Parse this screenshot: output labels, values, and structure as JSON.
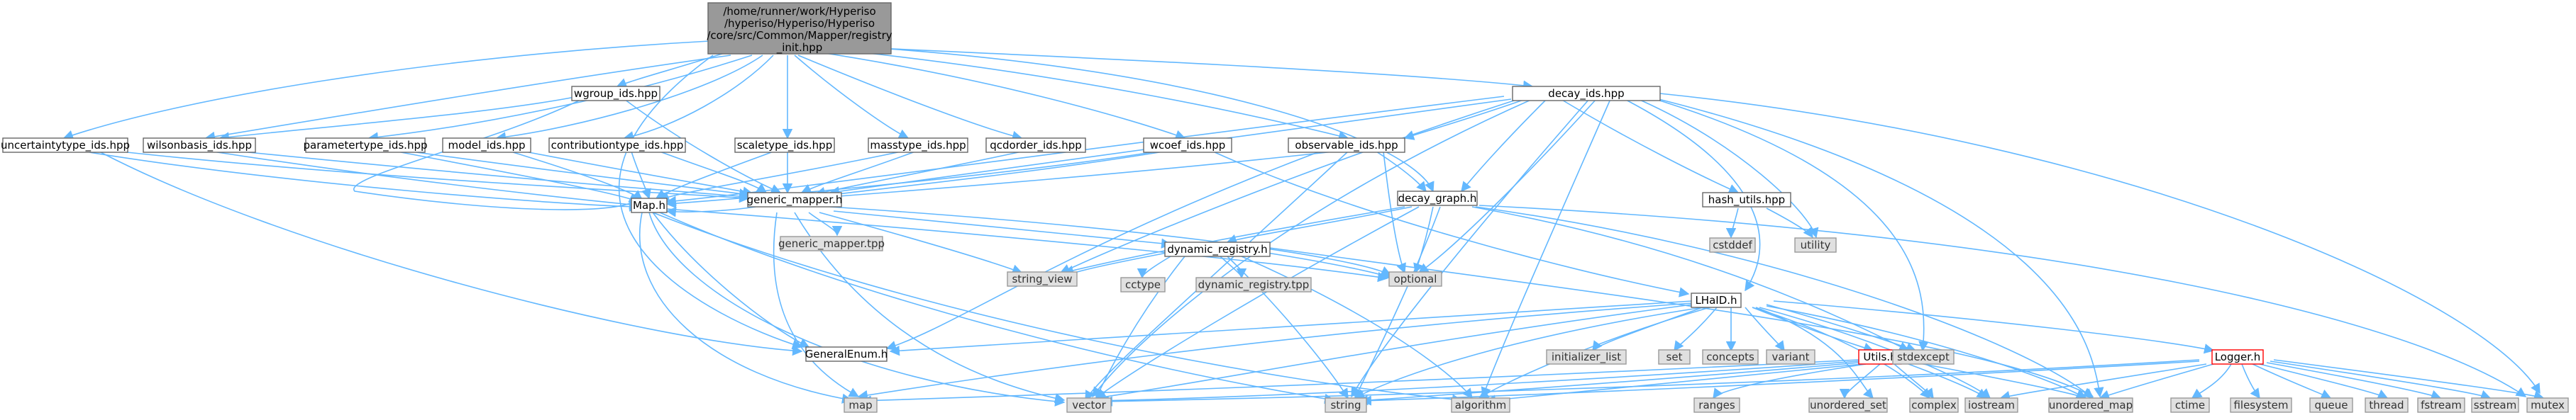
{
  "diagram": {
    "root": {
      "lines": [
        "/home/runner/work/Hyperiso",
        "/hyperiso/Hyperiso/Hyperiso",
        "/core/src/Common/Mapper/registry",
        "_init.hpp"
      ]
    },
    "nodes": {
      "wgroup_ids": "wgroup_ids.hpp",
      "decay_ids": "decay_ids.hpp",
      "uncertaintytype_ids": "uncertaintytype_ids.hpp",
      "wilsonbasis_ids": "wilsonbasis_ids.hpp",
      "parametertype_ids": "parametertype_ids.hpp",
      "model_ids": "model_ids.hpp",
      "contributiontype_ids": "contributiontype_ids.hpp",
      "scaletype_ids": "scaletype_ids.hpp",
      "masstype_ids": "masstype_ids.hpp",
      "qcdorder_ids": "qcdorder_ids.hpp",
      "wcoef_ids": "wcoef_ids.hpp",
      "observable_ids": "observable_ids.hpp",
      "generic_mapper_h": "generic_mapper.h",
      "decay_graph": "decay_graph.h",
      "hash_utils": "hash_utils.hpp",
      "map_h": "Map.h",
      "generic_mapper_tpp": "generic_mapper.tpp",
      "dynamic_registry": "dynamic_registry.h",
      "cstddef": "cstddef",
      "utility": "utility",
      "string_view": "string_view",
      "cctype": "cctype",
      "dynamic_registry_tpp": "dynamic_registry.tpp",
      "optional": "optional",
      "lhaid": "LHaID.h",
      "generalenum": "GeneralEnum.h",
      "initializer_list": "initializer_list",
      "set": "set",
      "concepts": "concepts",
      "variant": "variant",
      "utils": "Utils.h",
      "stdexcept": "stdexcept",
      "logger": "Logger.h",
      "map": "map",
      "vector": "vector",
      "string": "string",
      "algorithm": "algorithm",
      "ranges": "ranges",
      "unordered_set": "unordered_set",
      "complex": "complex",
      "iostream": "iostream",
      "unordered_map": "unordered_map",
      "ctime": "ctime",
      "filesystem": "filesystem",
      "queue": "queue",
      "thread": "thread",
      "fstream": "fstream",
      "sstream": "sstream",
      "mutex": "mutex"
    }
  }
}
